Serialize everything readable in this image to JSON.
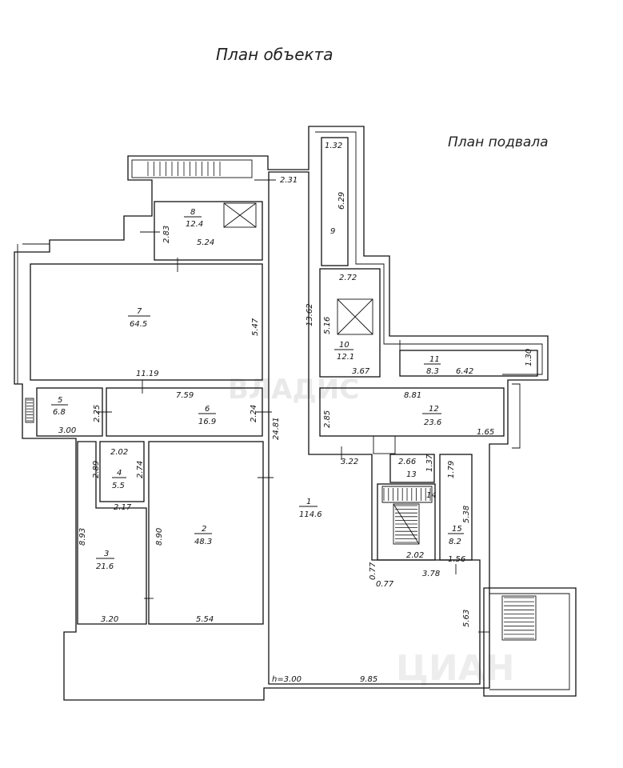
{
  "titles": {
    "object_plan": "План объекта",
    "basement_plan": "План подвала"
  },
  "rooms": [
    {
      "id": "r1",
      "number": "1",
      "area": "114.6"
    },
    {
      "id": "r2",
      "number": "2",
      "area": "48.3"
    },
    {
      "id": "r3",
      "number": "3",
      "area": "21.6"
    },
    {
      "id": "r4",
      "number": "4",
      "area": "5.5"
    },
    {
      "id": "r5",
      "number": "5",
      "area": "6.8"
    },
    {
      "id": "r6",
      "number": "6",
      "area": "16.9"
    },
    {
      "id": "r7",
      "number": "7",
      "area": "64.5"
    },
    {
      "id": "r8",
      "number": "8",
      "area": "12.4"
    },
    {
      "id": "r9",
      "number": "9",
      "area": ""
    },
    {
      "id": "r10",
      "number": "10",
      "area": "12.1"
    },
    {
      "id": "r11",
      "number": "11",
      "area": "8.3"
    },
    {
      "id": "r12",
      "number": "12",
      "area": "23.6"
    },
    {
      "id": "r13",
      "number": "13",
      "area": ""
    },
    {
      "id": "r14",
      "number": "14",
      "area": ""
    },
    {
      "id": "r15",
      "number": "15",
      "area": "8.2"
    }
  ],
  "dimensions": [
    "2.31",
    "1.32",
    "6.29",
    "2.83",
    "5.24",
    "13.62",
    "2.72",
    "5.16",
    "3.67",
    "6.42",
    "1.30",
    "11.19",
    "5.47",
    "7.59",
    "2.25",
    "3.00",
    "2.24",
    "24.81",
    "8.81",
    "2.85",
    "1.65",
    "3.22",
    "2.66",
    "1.37",
    "1.79",
    "2.02",
    "2.89",
    "2.74",
    "2.17",
    "8.93",
    "8.90",
    "5.38",
    "2.02",
    "1.56",
    "0.77",
    "0.77",
    "3.78",
    "3.20",
    "5.54",
    "5.63",
    "9.85"
  ],
  "height_note": "h=3.00",
  "watermarks": {
    "top": "ВЛАДИС",
    "bottom": "ЦИАН"
  }
}
